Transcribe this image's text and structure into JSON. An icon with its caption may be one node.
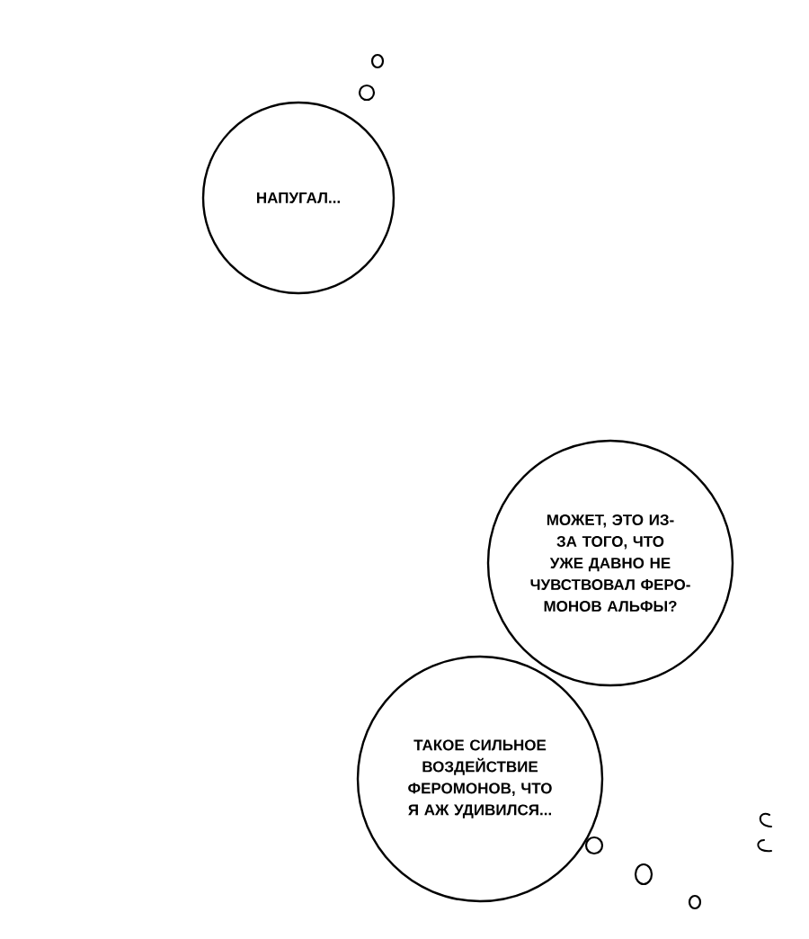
{
  "diagram": {
    "nodes": [
      {
        "text": [
          "НАПУГАЛ..."
        ]
      },
      {
        "text": [
          "МОЖЕТ, ЭТО ИЗ-ЗА ТОГО, ЧТО УЖЕ ДАВНО НЕ ЧУВСТВОВАЛ ФЕРО- МОНОВ АЛЬФЫ?"
        ]
      },
      {
        "text": [
          "ТАКОЕ СИЛЬНОЕ ВОЗДЕЙСТВИЕ ФЕРОМОНОВ, ЧТО Я АЖ УДИВИЛСЯ..."
        ]
      }
    ]
  }
}
